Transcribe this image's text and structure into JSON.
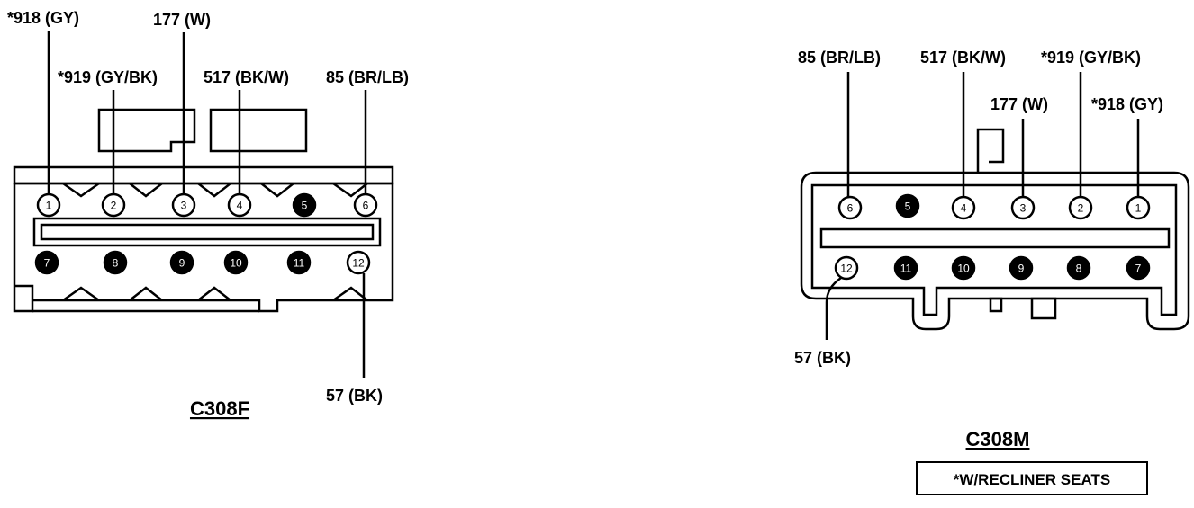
{
  "connectors": [
    {
      "name": "C308F",
      "pins": [
        {
          "num": "1",
          "filled": false,
          "wire": "*918 (GY)"
        },
        {
          "num": "2",
          "filled": false,
          "wire": "*919 (GY/BK)"
        },
        {
          "num": "3",
          "filled": false,
          "wire": "177 (W)"
        },
        {
          "num": "4",
          "filled": false,
          "wire": "517 (BK/W)"
        },
        {
          "num": "5",
          "filled": true,
          "wire": ""
        },
        {
          "num": "6",
          "filled": false,
          "wire": "85 (BR/LB)"
        },
        {
          "num": "7",
          "filled": true,
          "wire": ""
        },
        {
          "num": "8",
          "filled": true,
          "wire": ""
        },
        {
          "num": "9",
          "filled": true,
          "wire": ""
        },
        {
          "num": "10",
          "filled": true,
          "wire": ""
        },
        {
          "num": "11",
          "filled": true,
          "wire": ""
        },
        {
          "num": "12",
          "filled": false,
          "wire": "57 (BK)"
        }
      ]
    },
    {
      "name": "C308M",
      "pins": [
        {
          "num": "6",
          "filled": false,
          "wire": "85 (BR/LB)"
        },
        {
          "num": "5",
          "filled": true,
          "wire": ""
        },
        {
          "num": "4",
          "filled": false,
          "wire": "517 (BK/W)"
        },
        {
          "num": "3",
          "filled": false,
          "wire": "177 (W)"
        },
        {
          "num": "2",
          "filled": false,
          "wire": "*919 (GY/BK)"
        },
        {
          "num": "1",
          "filled": false,
          "wire": "*918 (GY)"
        },
        {
          "num": "12",
          "filled": false,
          "wire": "57 (BK)"
        },
        {
          "num": "11",
          "filled": true,
          "wire": ""
        },
        {
          "num": "10",
          "filled": true,
          "wire": ""
        },
        {
          "num": "9",
          "filled": true,
          "wire": ""
        },
        {
          "num": "8",
          "filled": true,
          "wire": ""
        },
        {
          "num": "7",
          "filled": true,
          "wire": ""
        }
      ]
    }
  ],
  "note": "*W/RECLINER SEATS",
  "colors": {
    "ink": "#000000",
    "paper": "#ffffff"
  }
}
